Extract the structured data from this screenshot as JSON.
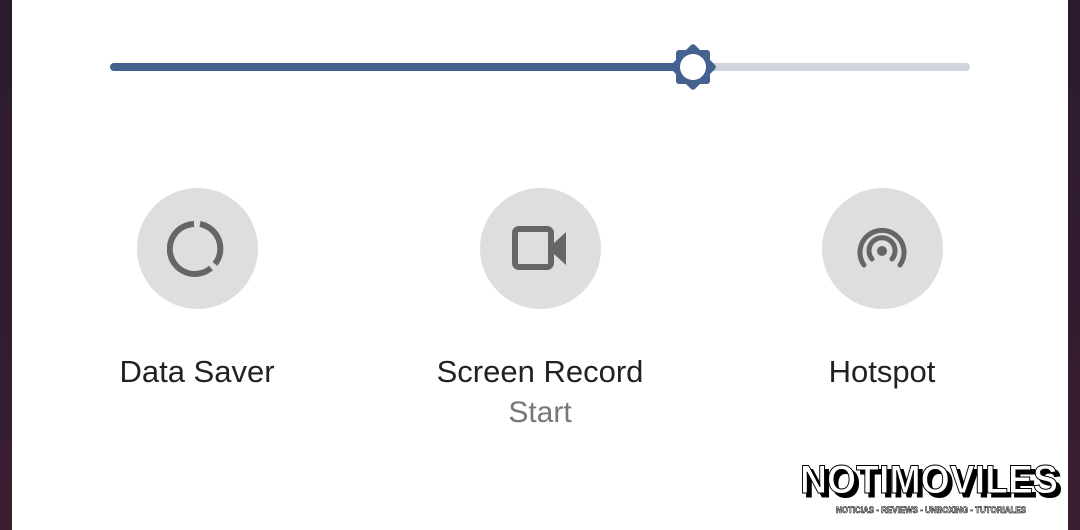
{
  "brightness": {
    "level": 0.678,
    "fill_color": "#44628f",
    "track_color": "#cfd4de",
    "icon": "brightness-icon"
  },
  "tiles": [
    {
      "label": "Data Saver",
      "icon": "data-saver-icon"
    },
    {
      "label": "Screen Record",
      "secondary": "Start",
      "icon": "screen-record-icon"
    },
    {
      "label": "Hotspot",
      "icon": "hotspot-icon"
    }
  ],
  "watermark": {
    "title": "NOTIMOVILES",
    "tagline": "NOTICIAS - REVIEWS - UNBOXING - TUTORIALES"
  }
}
